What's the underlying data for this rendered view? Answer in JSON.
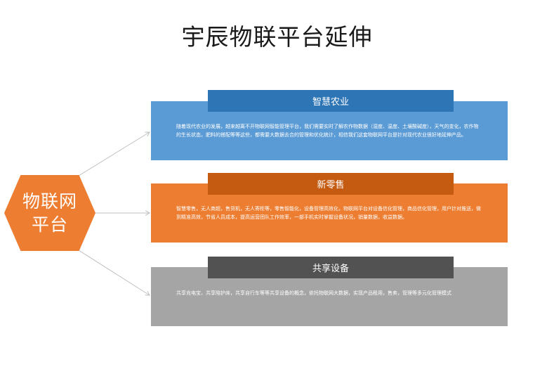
{
  "title": "宇辰物联平台延伸",
  "hub": {
    "line1": "物联网",
    "line2": "平台"
  },
  "branches": [
    {
      "header": "智慧农业",
      "body": "随着现代农业的发展，越来越离不开物联网智能管理平台，我们需要实时了解农作物数据（湿度、温度、土壤酸碱度），天气的变化，农作物的生长状态，肥料的搭配等等这些，都需要大数据去合的管理和优化统计，相信我们这套物联网平台是针对现代农业很好地延伸产品。"
    },
    {
      "header": "新零售",
      "body": "智慧零售，无人商超，售货机，无人寄柜等，零售智能化，设备管理高效化，物联网平台对设备信化管理，商品信化管理，用户针对推送，做到精准高效，节省人员成本，提高运营团队工作效率，一部手机实时掌握设备状况，销量数据，收益数据。"
    },
    {
      "header": "共享设备",
      "body": "共享充电宝，共享陪护床，共享自行车等等共享设备的概念，依托物联网大数据，实现产品租用，售卖，管理等多元化管理模式"
    }
  ],
  "colors": {
    "hub": "#ed7d31",
    "blue_body": "#5b9bd5",
    "blue_header": "#2e75b6",
    "orange_body": "#ed7d31",
    "orange_header": "#c55a11",
    "gray_body": "#a5a5a5",
    "gray_header": "#525252",
    "connector": "#bfbfbf"
  }
}
